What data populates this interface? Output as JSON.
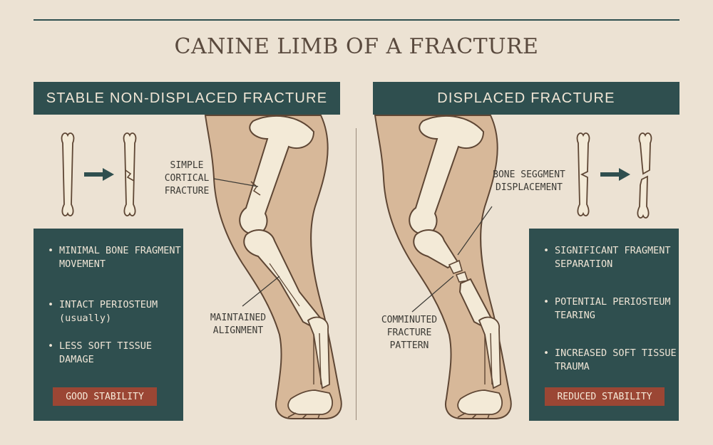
{
  "title": "CANINE LIMB OF A FRACTURE",
  "left": {
    "heading": "STABLE NON-DISPLACED FRACTURE",
    "bullets": [
      "MINIMAL BONE FRAGMENT MOVEMENT",
      "INTACT PERIOSTEUM (usually)",
      "LESS SOFT TISSUE DAMAGE"
    ],
    "badge": "GOOD STABILITY",
    "callouts": {
      "fracture": "SIMPLE CORTICAL FRACTURE",
      "alignment": "MAINTAINED ALIGNMENT"
    }
  },
  "right": {
    "heading": "DISPLACED FRACTURE",
    "bullets": [
      "SIGNIFICANT FRAGMENT SEPARATION",
      "POTENTIAL PERIOSTEUM TEARING",
      "INCREASED SOFT TISSUE TRAUMA"
    ],
    "badge": "REDUCED STABILITY",
    "callouts": {
      "displacement": "BONE SEGGMENT DISPLACEMENT",
      "pattern": "COMMINUTED FRACTURE PATTERN"
    }
  },
  "colors": {
    "background": "#ece2d3",
    "panel": "#2f4f4f",
    "badge": "#9b4634",
    "flesh": "#d7b899",
    "bone": "#f3ead7",
    "outline": "#5e4634"
  },
  "icons": [
    "arrow-right-icon",
    "bone-icon"
  ]
}
